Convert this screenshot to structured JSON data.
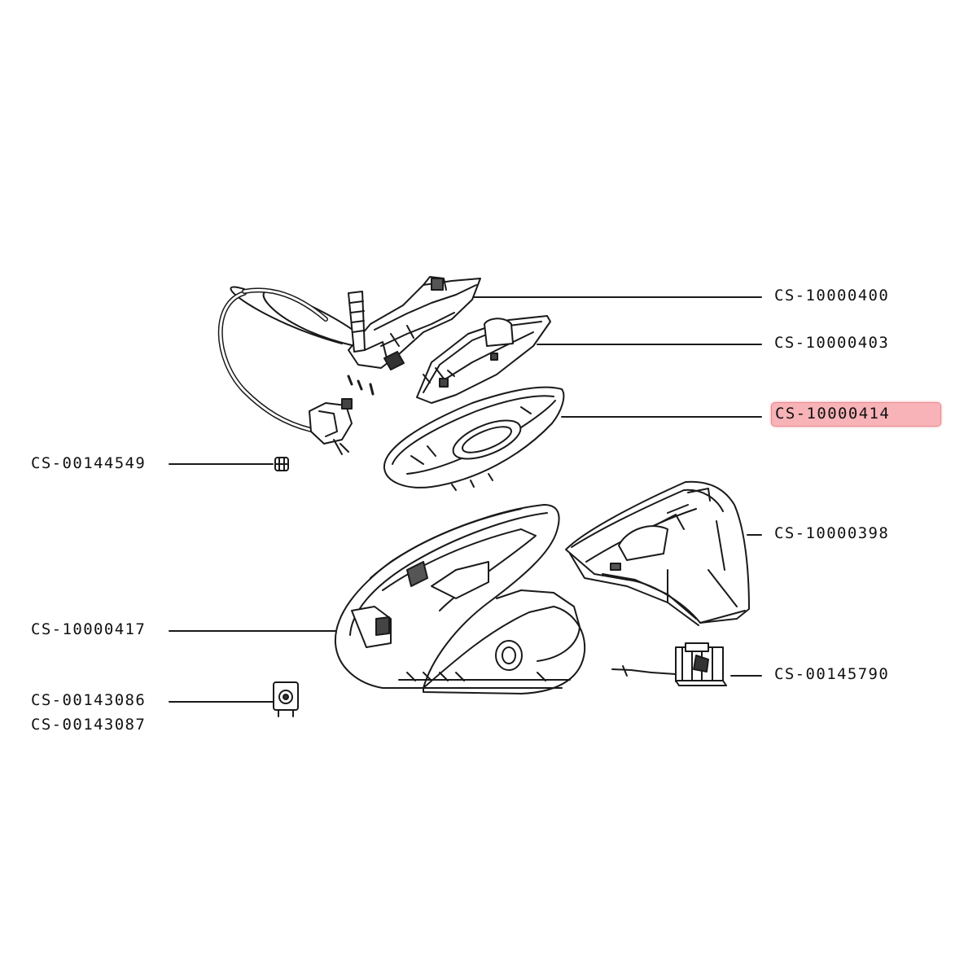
{
  "diagram": {
    "highlight_color": "#f7b3b7",
    "parts": [
      {
        "id": "cs-10000400",
        "label": "CS-10000400",
        "highlighted": false
      },
      {
        "id": "cs-10000403",
        "label": "CS-10000403",
        "highlighted": false
      },
      {
        "id": "cs-10000414",
        "label": "CS-10000414",
        "highlighted": true
      },
      {
        "id": "cs-00144549",
        "label": "CS-00144549",
        "highlighted": false
      },
      {
        "id": "cs-10000398",
        "label": "CS-10000398",
        "highlighted": false
      },
      {
        "id": "cs-10000417",
        "label": "CS-10000417",
        "highlighted": false
      },
      {
        "id": "cs-00145790",
        "label": "CS-00145790",
        "highlighted": false
      },
      {
        "id": "cs-00143086",
        "label": "CS-00143086",
        "highlighted": false
      },
      {
        "id": "cs-00143087",
        "label": "CS-00143087",
        "highlighted": false
      }
    ]
  }
}
